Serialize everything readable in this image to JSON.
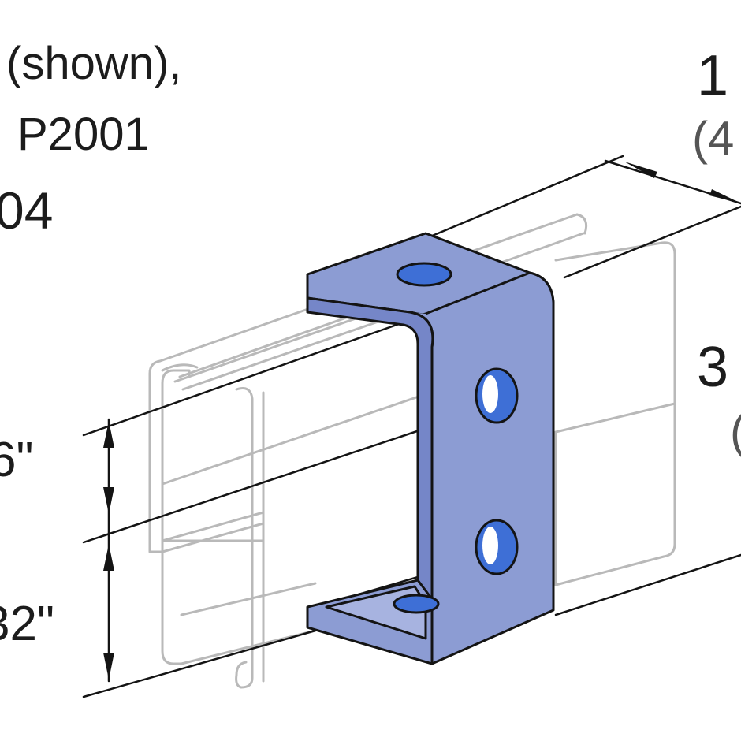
{
  "labels": {
    "variant_line1": "(shown),",
    "variant_line2": "P2001",
    "variant_line3": "04",
    "top_dim_main": "1",
    "top_dim_sub": "(4",
    "side_dim_main": "3",
    "side_dim_sub": "(",
    "left_dim_upper": "6\"",
    "left_dim_lower": "32\""
  },
  "colors": {
    "bracket_fill": "#8c9cd3",
    "bracket_dark": "#6f80c4",
    "bracket_edge": "#141414",
    "hole_fill": "#3e6fd6",
    "channel_stroke": "#b9b9b9",
    "dimension_line": "#141414",
    "text": "#1c1c1c"
  }
}
